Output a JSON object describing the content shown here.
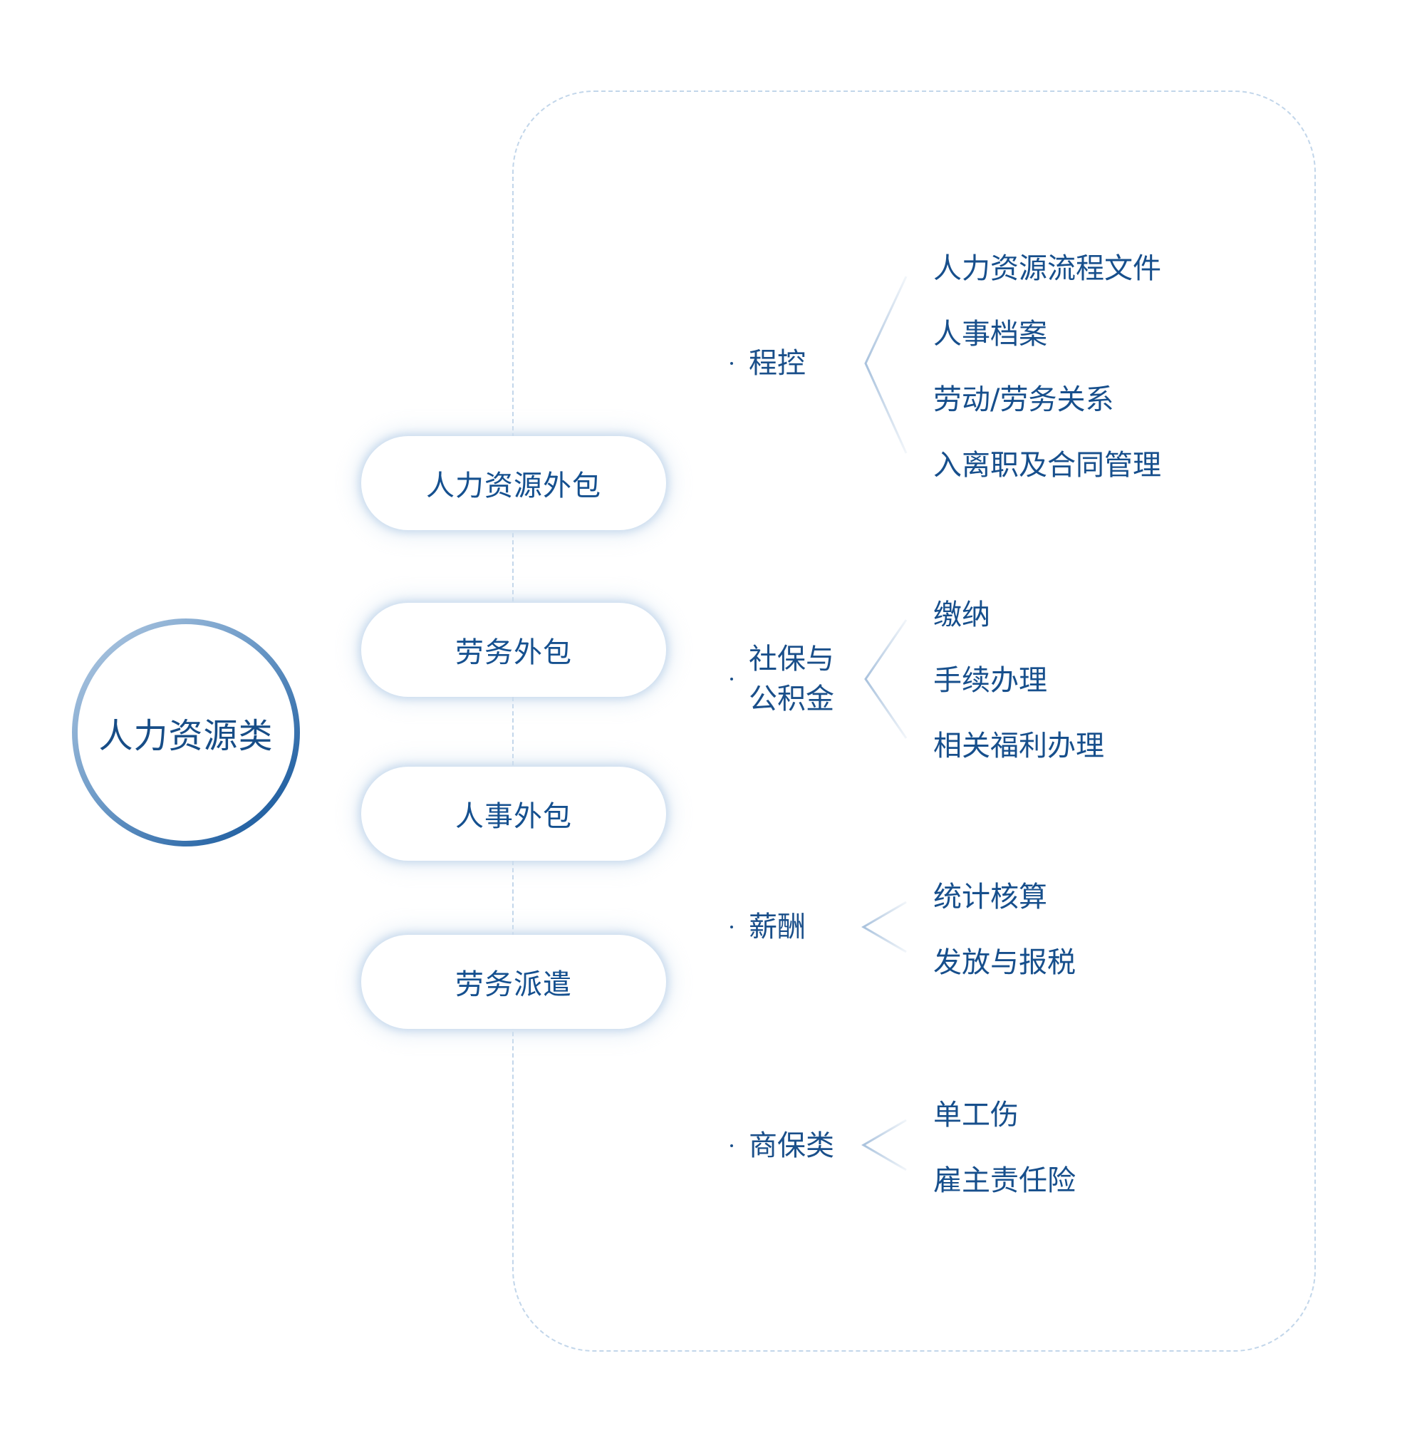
{
  "root": {
    "label": "人力资源类"
  },
  "services": [
    {
      "label": "人力资源外包"
    },
    {
      "label": "劳务外包"
    },
    {
      "label": "人事外包"
    },
    {
      "label": "劳务派遣"
    }
  ],
  "categories": [
    {
      "label": "程控",
      "items": [
        "人力资源流程文件",
        "人事档案",
        "劳动/劳务关系",
        "入离职及合同管理"
      ]
    },
    {
      "label": "社保与\n公积金",
      "items": [
        "缴纳",
        "手续办理",
        "相关福利办理"
      ]
    },
    {
      "label": "薪酬",
      "items": [
        "统计核算",
        "发放与报税"
      ]
    },
    {
      "label": "商保类",
      "items": [
        "单工伤",
        "雇主责任险"
      ]
    }
  ],
  "colors": {
    "text_primary": "#16508f",
    "frame_dashed": "#c2d6ea",
    "circle_gradient": [
      "#b7cde4",
      "#0a4e96"
    ],
    "bracket": "#a9c2dd"
  }
}
